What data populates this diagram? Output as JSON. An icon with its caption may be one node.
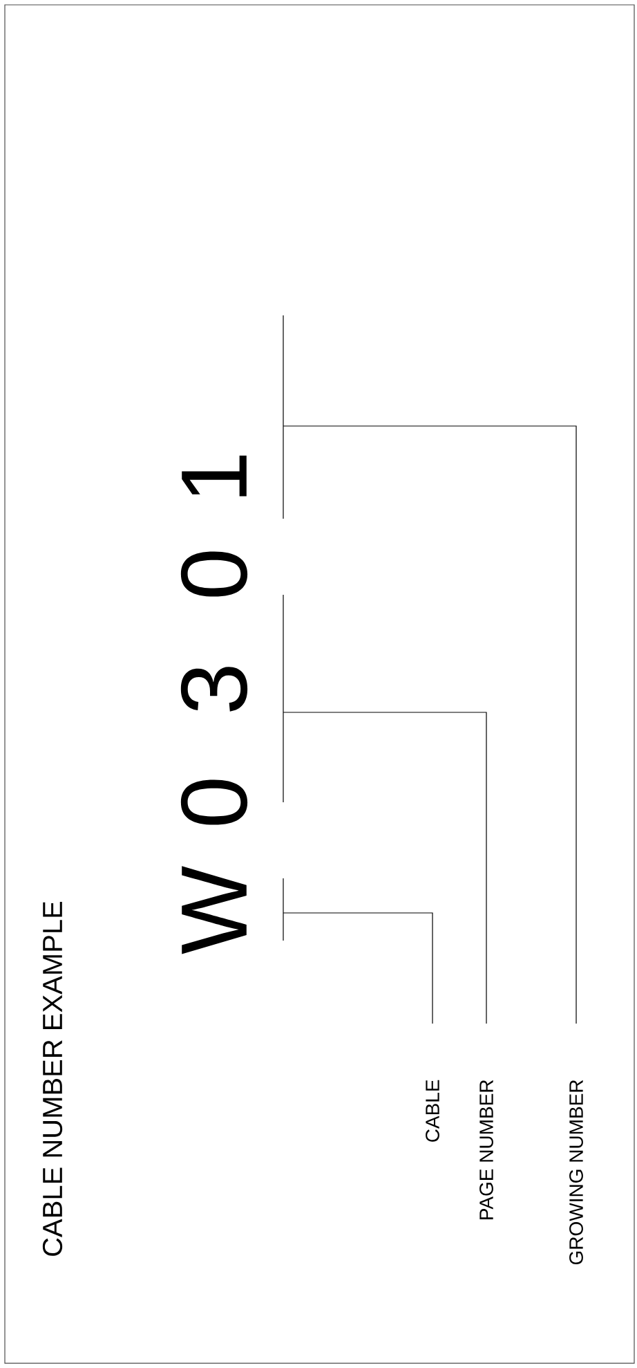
{
  "diagram": {
    "title": "CABLE NUMBER EXAMPLE",
    "nodes": [
      {
        "text": [
          "CABLE"
        ]
      },
      {
        "text": [
          "PAGE NUMBER"
        ]
      },
      {
        "text": [
          "GROWING NUMBER"
        ]
      },
      {
        "text": [],
        "shape": "bar"
      },
      {
        "text": [],
        "shape": "bar"
      },
      {
        "text": [],
        "shape": "bar"
      }
    ],
    "edges": [
      {
        "from": 0,
        "to": 5,
        "arrow": "none"
      },
      {
        "from": 1,
        "to": 4,
        "arrow": "none"
      },
      {
        "from": 2,
        "to": 3,
        "arrow": "none"
      }
    ],
    "labels": [
      "W",
      "0",
      "3",
      "0",
      "1"
    ]
  }
}
